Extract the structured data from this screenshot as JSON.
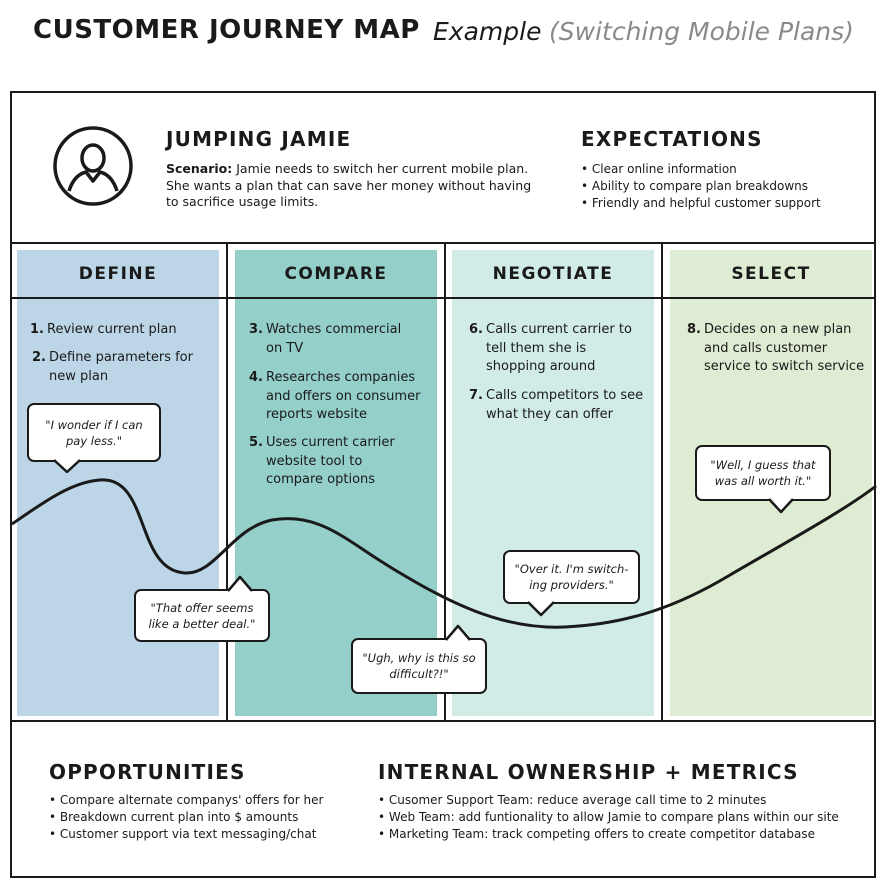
{
  "title": {
    "main": "CUSTOMER JOURNEY MAP",
    "example": "Example",
    "subtitle": "(Switching Mobile Plans)"
  },
  "persona": {
    "icon": "user-avatar-icon",
    "name": "JUMPING JAMIE",
    "scenario_label": "Scenario:",
    "scenario_text": " Jamie needs to switch her current mobile plan. She wants a plan that can save her money without having to sacrifice usage limits."
  },
  "expectations": {
    "heading": "EXPECTATIONS",
    "items": [
      "Clear online information",
      "Ability to compare plan breakdowns",
      "Friendly and helpful customer support"
    ]
  },
  "stages": [
    {
      "label": "DEFINE",
      "color": "#bcd6e8",
      "steps": [
        {
          "num": "1.",
          "text": "Review current plan"
        },
        {
          "num": "2.",
          "text": "Define parameters for new plan"
        }
      ]
    },
    {
      "label": "COMPARE",
      "color": "#94cfc9",
      "steps": [
        {
          "num": "3.",
          "text": "Watches commercial on TV"
        },
        {
          "num": "4.",
          "text": "Researches companies and offers on consumer reports website"
        },
        {
          "num": "5.",
          "text": "Uses current carrier website tool to compare options"
        }
      ]
    },
    {
      "label": "NEGOTIATE",
      "color": "#d1ebe6",
      "steps": [
        {
          "num": "6.",
          "text": "Calls current carrier to tell them she is shopping around"
        },
        {
          "num": "7.",
          "text": "Calls competitors to see what they can offer"
        }
      ]
    },
    {
      "label": "SELECT",
      "color": "#deecd3",
      "steps": [
        {
          "num": "8.",
          "text": "Decides on a new plan and calls customer service to switch service"
        }
      ]
    }
  ],
  "quotes": [
    "\"I wonder if I can pay less.\"",
    "\"That offer seems like a better deal.\"",
    "\"Ugh, why is this so difficult?!\"",
    "\"Over it. I'm switch-ing providers.\"",
    "\"Well, I guess that was all worth it.\""
  ],
  "opportunities": {
    "heading": "OPPORTUNITIES",
    "items": [
      "Compare alternate companys' offers for her",
      "Breakdown current plan into $ amounts",
      "Customer support via text messaging/chat"
    ]
  },
  "ownership": {
    "heading": "INTERNAL OWNERSHIP + METRICS",
    "items": [
      "Cusomer Support Team: reduce average call time to 2 minutes",
      "Web Team: add funtionality to allow Jamie to compare plans within our site",
      "Marketing Team: track competing offers to create competitor database"
    ]
  }
}
